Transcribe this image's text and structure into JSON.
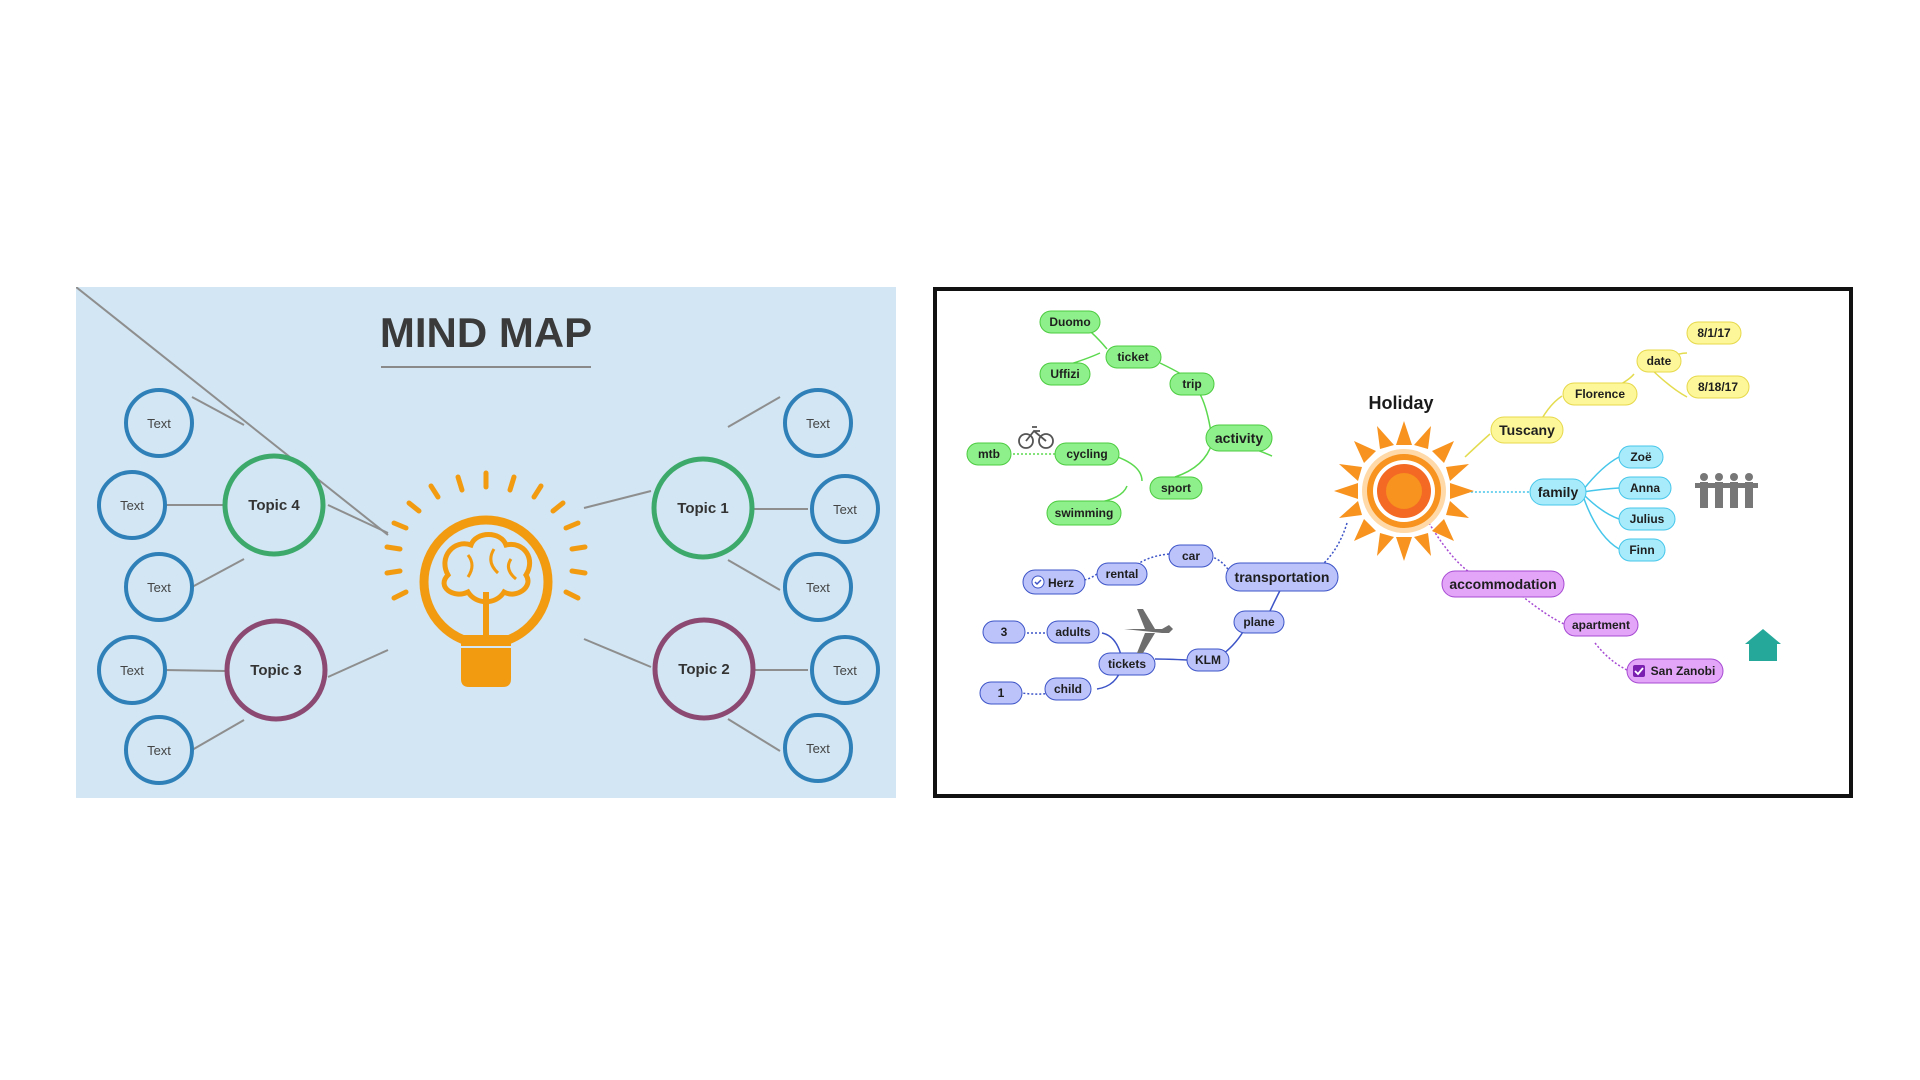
{
  "left_map": {
    "title": "MIND MAP",
    "topics": [
      {
        "label": "Topic 1",
        "color": "#3daa6b"
      },
      {
        "label": "Topic 2",
        "color": "#8c4a72"
      },
      {
        "label": "Topic 3",
        "color": "#8c4a72"
      },
      {
        "label": "Topic 4",
        "color": "#3daa6b"
      }
    ],
    "leaf_label": "Text",
    "leaf_color": "#2f80b8",
    "bulb_color": "#f29b11"
  },
  "right_map": {
    "title": "Holiday",
    "branches": {
      "activity": {
        "label": "activity",
        "color": "#8ef08a",
        "trip": "trip",
        "ticket": "ticket",
        "duomo": "Duomo",
        "uffizi": "Uffizi",
        "sport": "sport",
        "cycling": "cycling",
        "mtb": "mtb",
        "swimming": "swimming"
      },
      "tuscany": {
        "label": "Tuscany",
        "color": "#fdf79a",
        "florence": "Florence",
        "date": "date",
        "date1": "8/1/17",
        "date2": "8/18/17"
      },
      "family": {
        "label": "family",
        "color": "#a8ecfb",
        "members": [
          "Zoë",
          "Anna",
          "Julius",
          "Finn"
        ]
      },
      "accommodation": {
        "label": "accommodation",
        "color": "#e3a5f7",
        "apartment": "apartment",
        "san_zanobi": "San Zanobi"
      },
      "transportation": {
        "label": "transportation",
        "color": "#bcc3fa",
        "car": "car",
        "rental": "rental",
        "herz": "Herz",
        "plane": "plane",
        "klm": "KLM",
        "tickets": "tickets",
        "adults": "adults",
        "adults_count": "3",
        "child": "child",
        "child_count": "1"
      }
    },
    "icons": [
      "bicycle-icon",
      "airplane-icon",
      "people-icon",
      "house-icon",
      "sun-icon"
    ],
    "sun_color": "#f7931e"
  }
}
